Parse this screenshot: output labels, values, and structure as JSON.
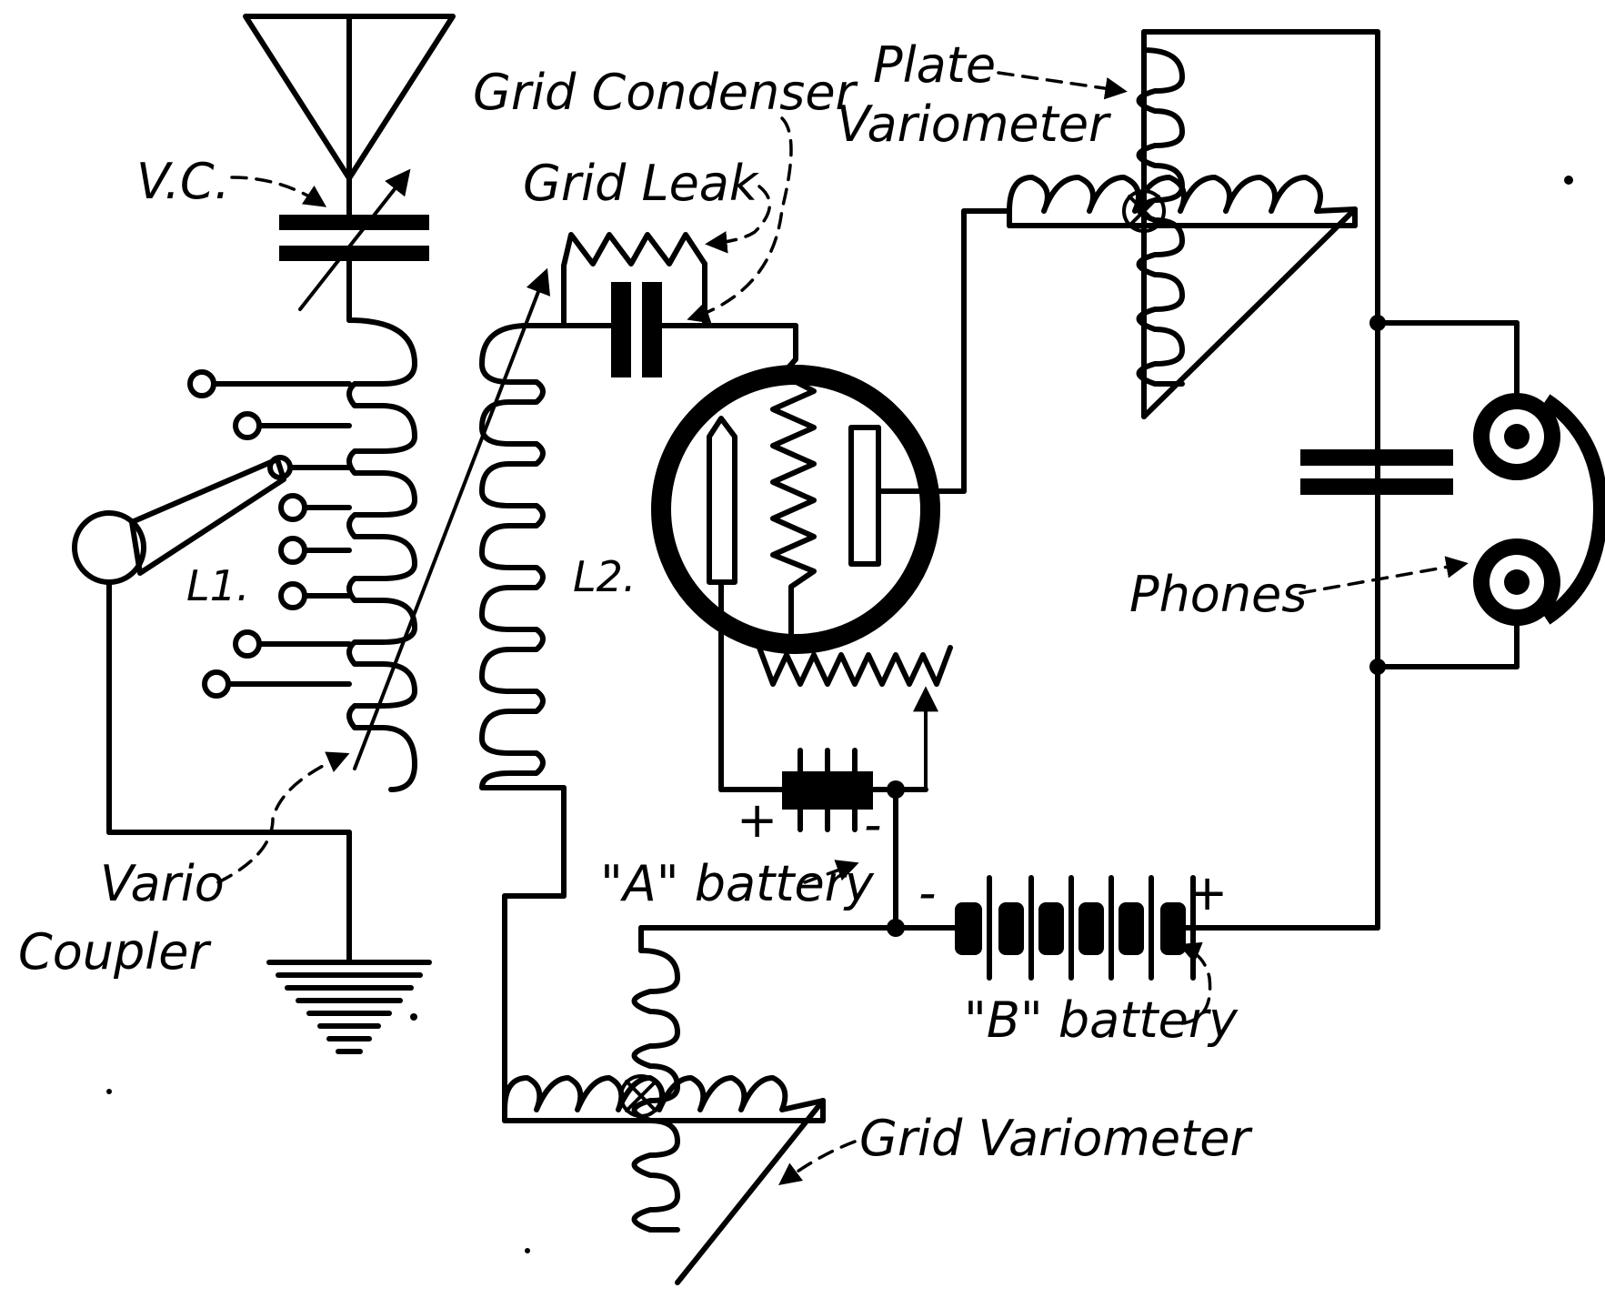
{
  "labels": {
    "vc": "V.C.",
    "grid_condenser": "Grid Condenser",
    "grid_leak": "Grid Leak",
    "plate_variometer_1": "Plate",
    "plate_variometer_2": "Variometer",
    "l1": "L1.",
    "l2": "L2.",
    "phones": "Phones",
    "vario_coupler_1": "Vario",
    "vario_coupler_2": "Coupler",
    "a_battery": "\"A\" battery",
    "b_battery": "\"B\" battery",
    "grid_variometer": "Grid Variometer",
    "plus_a": "+",
    "minus_a": "-",
    "minus_b": "-",
    "plus_b": "+"
  }
}
